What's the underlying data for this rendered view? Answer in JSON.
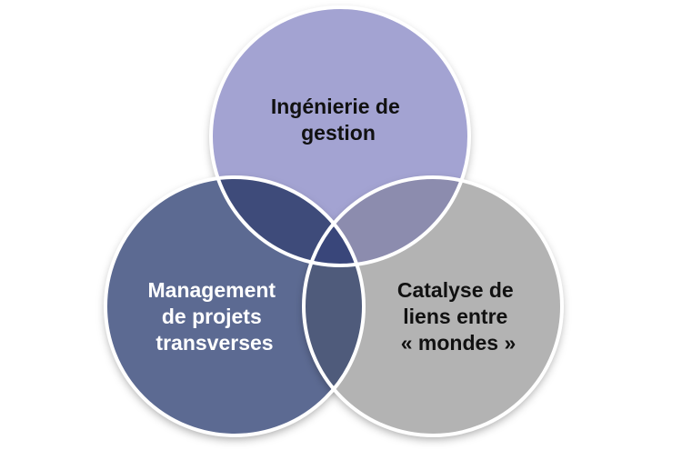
{
  "diagram": {
    "type": "venn",
    "circles": [
      {
        "id": "top",
        "label_lines": [
          "Ingénierie de",
          "gestion"
        ],
        "fill": "#a3a3d2",
        "text_color": "#111111"
      },
      {
        "id": "left",
        "label_lines": [
          "Management",
          "de projets",
          "transverses"
        ],
        "fill": "#5b6b92",
        "text_color": "#ffffff"
      },
      {
        "id": "right",
        "label_lines": [
          "Catalyse de",
          "liens entre",
          "« mondes »"
        ],
        "fill": "#b3b3b3",
        "text_color": "#111111"
      }
    ],
    "overlap_colors": {
      "top_left": "#3e4b7a",
      "left_right": "#4f5b7b",
      "top_right": "#8c8cae",
      "center": "#39467a"
    },
    "outline_color": "#ffffff"
  }
}
